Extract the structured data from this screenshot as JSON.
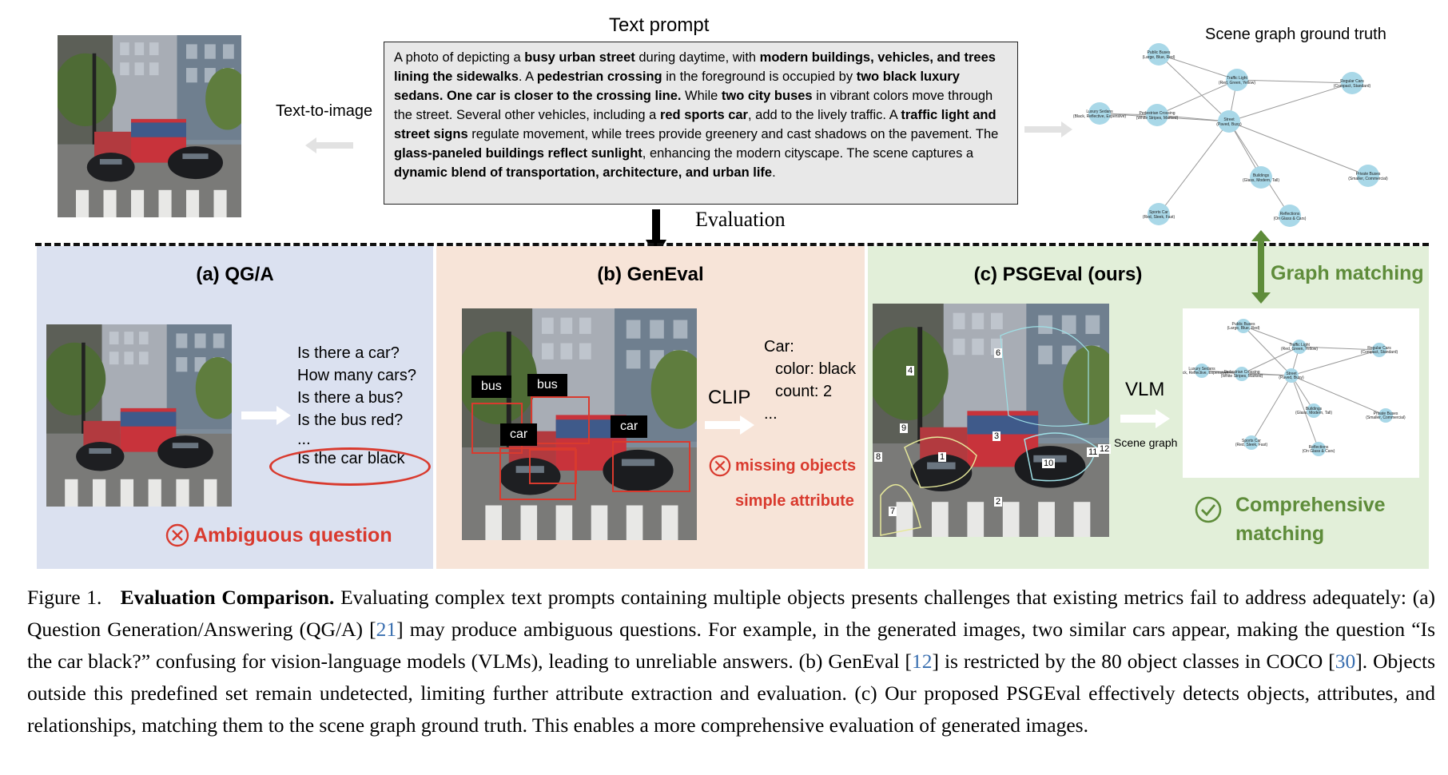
{
  "top": {
    "text_prompt_label": "Text prompt",
    "text_to_image_label": "Text-to-image",
    "scene_graph_label": "Scene graph ground truth",
    "evaluation_label": "Evaluation",
    "prompt": [
      {
        "t": "A photo of depicting a ",
        "b": false
      },
      {
        "t": "busy urban street",
        "b": true
      },
      {
        "t": " during daytime, with ",
        "b": false
      },
      {
        "t": "modern buildings, vehicles, and trees lining the sidewalks",
        "b": true
      },
      {
        "t": ". A ",
        "b": false
      },
      {
        "t": "pedestrian crossing",
        "b": true
      },
      {
        "t": " in the foreground is occupied by ",
        "b": false
      },
      {
        "t": "two black luxury sedans. One car is closer to the crossing line.",
        "b": true
      },
      {
        "t": " While ",
        "b": false
      },
      {
        "t": "two city buses",
        "b": true
      },
      {
        "t": " in vibrant colors move through the street. Several other vehicles, including a ",
        "b": false
      },
      {
        "t": "red sports car",
        "b": true
      },
      {
        "t": ", add to the lively traffic. A ",
        "b": false
      },
      {
        "t": "traffic light and street signs",
        "b": true
      },
      {
        "t": " regulate movement, while trees provide greenery and cast shadows on the pavement. The ",
        "b": false
      },
      {
        "t": "glass-paneled buildings reflect sunlight",
        "b": true
      },
      {
        "t": ", enhancing the modern cityscape. The scene captures a ",
        "b": false
      },
      {
        "t": "dynamic blend of transportation, architecture, and urban life",
        "b": true
      },
      {
        "t": ".",
        "b": false
      }
    ],
    "graph_nodes": [
      {
        "name": "Public Buses",
        "sub": "(Large, Blue, Red)"
      },
      {
        "name": "Traffic Light",
        "sub": "(Red, Green, Yellow)"
      },
      {
        "name": "Regular Cars",
        "sub": "(Compact, Standard)"
      },
      {
        "name": "Luxury Sedans",
        "sub": "(Black, Reflective, Expensive)"
      },
      {
        "name": "Pedestrian Crossing",
        "sub": "(White Stripes, Marked)"
      },
      {
        "name": "Street",
        "sub": "(Paved, Busy)"
      },
      {
        "name": "Buildings",
        "sub": "(Glass, Modern, Tall)"
      },
      {
        "name": "Private Buses",
        "sub": "(Smaller, Commercial)"
      },
      {
        "name": "Sports Car",
        "sub": "(Red, Sleek, Fast)"
      },
      {
        "name": "Reflections",
        "sub": "(On Glass & Cars)"
      }
    ]
  },
  "panel_a": {
    "title": "(a) QG/A",
    "questions": [
      "Is there a car?",
      "How many cars?",
      "Is there a bus?",
      "Is the bus red?",
      "...",
      "Is the car black"
    ],
    "verdict": "Ambiguous question",
    "verdict_icon": "x-circle-icon"
  },
  "panel_b": {
    "title": "(b) GenEval",
    "boxes": [
      "bus",
      "bus",
      "car",
      "car"
    ],
    "clip_label": "CLIP",
    "output": [
      "Car:",
      "color: black",
      "count: 2",
      "..."
    ],
    "problems": [
      "missing objects",
      "simple attribute"
    ],
    "problem_icon": "x-circle-icon"
  },
  "panel_c": {
    "title": "(c) PSGEval (ours)",
    "segment_ids": [
      "1",
      "2",
      "3",
      "4",
      "6",
      "7",
      "8",
      "9",
      "10",
      "11",
      "12"
    ],
    "vlm_label": "VLM",
    "scene_graph_label": "Scene graph",
    "graph_matching_label": "Graph matching",
    "result": [
      "Comprehensive",
      "matching"
    ],
    "result_icon": "check-circle-icon"
  },
  "caption": {
    "fig_label": "Figure 1.",
    "title": "Evaluation Comparison.",
    "segments": [
      {
        "t": " Evaluating complex text prompts containing multiple objects presents challenges that existing metrics fail to address adequately: (a) Question Generation/Answering (QG/A) [",
        "c": false
      },
      {
        "t": "21",
        "c": true
      },
      {
        "t": "] may produce ambiguous questions. For example, in the generated images, two similar cars appear, making the question “Is the car black?” confusing for vision-language models (VLMs), leading to unreliable answers. (b) GenEval [",
        "c": false
      },
      {
        "t": "12",
        "c": true
      },
      {
        "t": "] is restricted by the 80 object classes in COCO [",
        "c": false
      },
      {
        "t": "30",
        "c": true
      },
      {
        "t": "]. Objects outside this predefined set remain undetected, limiting further attribute extraction and evaluation. (c) Our proposed PSGEval effectively detects objects, attributes, and relationships, matching them to the scene graph ground truth. This enables a more comprehensive evaluation of generated images.",
        "c": false
      }
    ]
  },
  "colors": {
    "panel_a_bg": "#dbe1f0",
    "panel_b_bg": "#f7e4d8",
    "panel_c_bg": "#e2efd9",
    "red": "#d93a2e",
    "green": "#5e8c3a",
    "node": "#a9d8e8",
    "cite": "#3a6fb0"
  }
}
